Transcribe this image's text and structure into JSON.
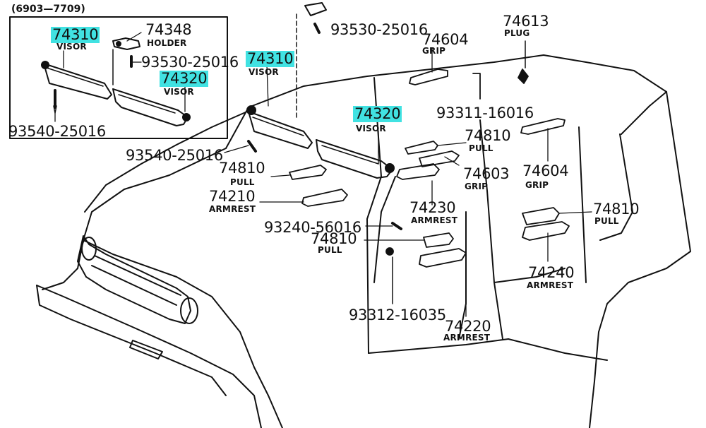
{
  "date_range": "(6903—7709)",
  "labels": {
    "inset_74310": "74310",
    "inset_visor_1": "VISOR",
    "inset_74348": "74348",
    "inset_holder": "HOLDER",
    "inset_93530": "93530-25016",
    "inset_74320": "74320",
    "inset_visor_2": "VISOR",
    "inset_93540": "93540-25016",
    "top_93530": "93530-25016",
    "main_74310": "74310",
    "main_visor_1": "VISOR",
    "main_74320": "74320",
    "main_visor_2": "VISOR",
    "p74604a": "74604",
    "grip_a": "GRIP",
    "p74613": "74613",
    "plug": "PLUG",
    "p93311": "93311-16016",
    "p74810a": "74810",
    "pull_a": "PULL",
    "p74603": "74603",
    "grip_b": "GRIP",
    "p74604b": "74604",
    "grip_c": "GRIP",
    "p93540b": "93540-25016",
    "p74810b": "74810",
    "pull_b": "PULL",
    "p74210": "74210",
    "armrest_a": "ARMREST",
    "p74230": "74230",
    "armrest_b": "ARMREST",
    "p93240": "93240-56016",
    "p74810c": "74810",
    "pull_c": "PULL",
    "p74810d": "74810",
    "pull_d": "PULL",
    "p74240": "74240",
    "armrest_c": "ARMREST",
    "p93312": "93312-16035",
    "p74220": "74220",
    "armrest_d": "ARMREST"
  },
  "highlight_color": "#41e2e2"
}
